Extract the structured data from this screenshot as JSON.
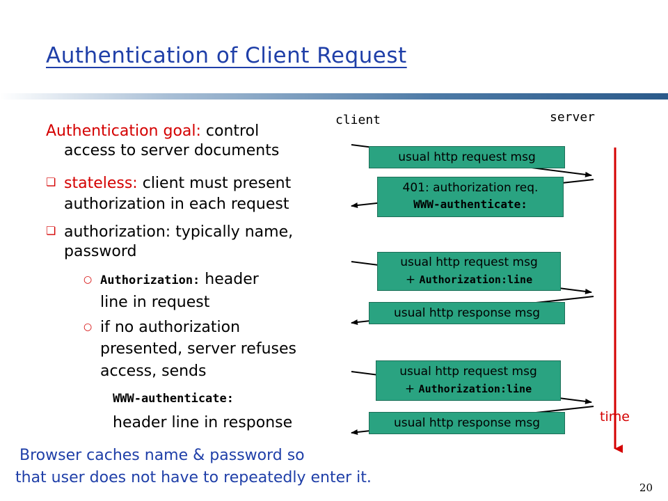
{
  "slide": {
    "title": "Authentication of Client Request",
    "page_number": "20"
  },
  "body": {
    "goal_label": "Authentication goal:",
    "goal_text_1": "control",
    "goal_text_2": "access to server documents",
    "bullet1_label": "stateless:",
    "bullet1_text_1": "client must present",
    "bullet1_text_2": "authorization in each request",
    "bullet2_line1": "authorization: typically name,",
    "bullet2_line2": "password",
    "sub1_code": "Authorization:",
    "sub1_text_1": "header",
    "sub1_text_2": "line in request",
    "sub2_line1": "if no authorization",
    "sub2_line2": "presented, server refuses",
    "sub2_line3": "access, sends",
    "sub2_code": "WWW-authenticate:",
    "sub2_line4": "header line in response",
    "footer_line1": "Browser caches name & password so",
    "footer_line2": "that user does not have to repeatedly enter it."
  },
  "diagram": {
    "client_label": "client",
    "server_label": "server",
    "time_label": "time",
    "msg1": "usual http request msg",
    "msg2_line1": "401: authorization req.",
    "msg2_line2": "WWW-authenticate:",
    "msg3_line1": "usual http request msg",
    "msg3_plus": "+",
    "msg3_code": "Authorization:line",
    "msg4": "usual http response msg",
    "msg5_line1": "usual http request msg",
    "msg5_plus": "+",
    "msg5_code": "Authorization:line",
    "msg6": "usual http response msg",
    "colors": {
      "box": "#2aa381",
      "time_arrow": "#d40000",
      "title": "#1f3fa8",
      "emphasis": "#d40000"
    }
  }
}
